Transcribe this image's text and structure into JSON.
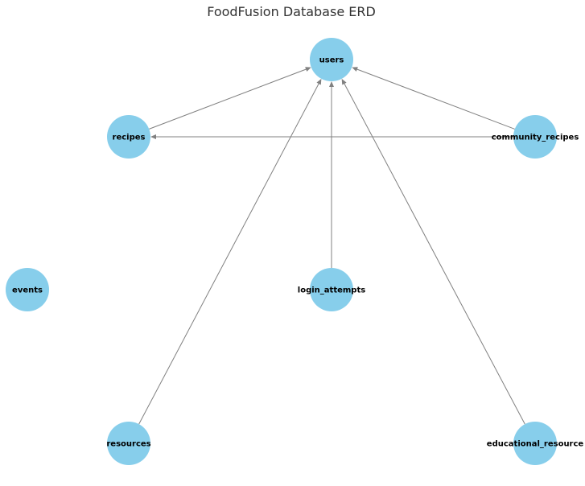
{
  "diagram": {
    "title": "FoodFusion Database ERD",
    "colors": {
      "node_fill": "#87ceeb",
      "edge": "#808080",
      "label": "#000000",
      "title": "#333333"
    },
    "nodes": [
      {
        "id": "users",
        "label": "users"
      },
      {
        "id": "recipes",
        "label": "recipes"
      },
      {
        "id": "community_recipes",
        "label": "community_recipes"
      },
      {
        "id": "events",
        "label": "events"
      },
      {
        "id": "login_attempts",
        "label": "login_attempts"
      },
      {
        "id": "resources",
        "label": "resources"
      },
      {
        "id": "educational_resource",
        "label": "educational_resource"
      }
    ],
    "edges": [
      {
        "source": "recipes",
        "target": "users"
      },
      {
        "source": "community_recipes",
        "target": "users"
      },
      {
        "source": "community_recipes",
        "target": "recipes"
      },
      {
        "source": "login_attempts",
        "target": "users"
      },
      {
        "source": "resources",
        "target": "users"
      },
      {
        "source": "educational_resource",
        "target": "users"
      }
    ]
  }
}
